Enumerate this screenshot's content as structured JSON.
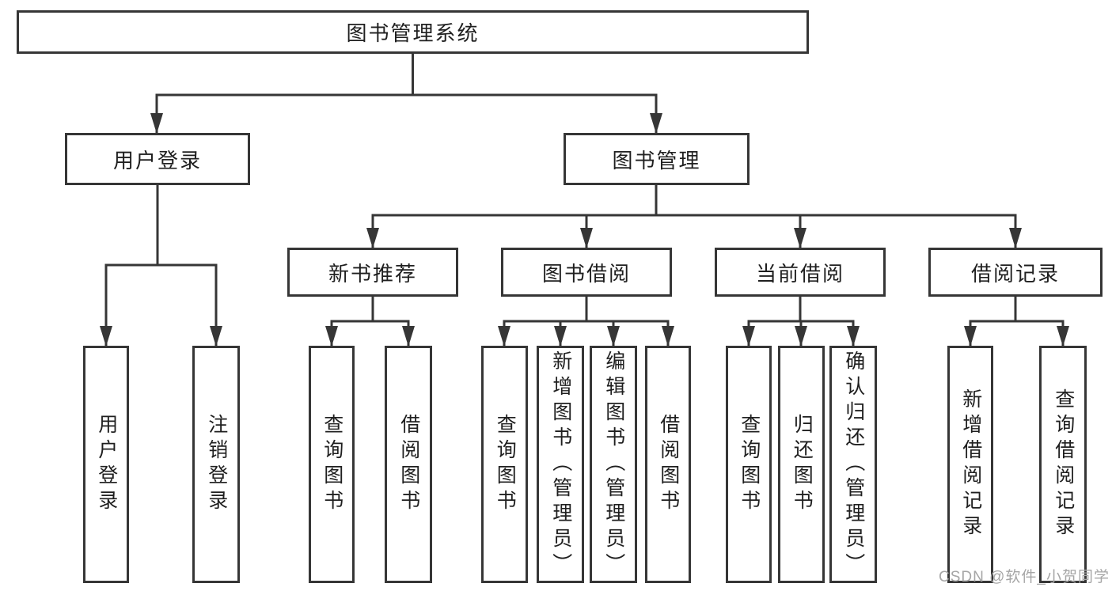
{
  "diagram_title": "图书管理系统",
  "tree": {
    "root": {
      "label": "图书管理系统"
    },
    "branches": [
      {
        "label": "用户登录",
        "leaves": [
          {
            "label": "用户登录"
          },
          {
            "label": "注销登录"
          }
        ]
      },
      {
        "label": "图书管理",
        "sections": [
          {
            "label": "新书推荐",
            "leaves": [
              {
                "label": "查询图书"
              },
              {
                "label": "借阅图书"
              }
            ]
          },
          {
            "label": "图书借阅",
            "leaves": [
              {
                "label": "查询图书"
              },
              {
                "label": "新增图书（管理员）"
              },
              {
                "label": "编辑图书（管理员）"
              },
              {
                "label": "借阅图书"
              }
            ]
          },
          {
            "label": "当前借阅",
            "leaves": [
              {
                "label": "查询图书"
              },
              {
                "label": "归还图书"
              },
              {
                "label": "确认归还（管理员）"
              }
            ]
          },
          {
            "label": "借阅记录",
            "leaves": [
              {
                "label": "新增借阅记录"
              },
              {
                "label": "查询借阅记录"
              }
            ]
          }
        ]
      }
    ]
  },
  "watermark": {
    "text": "CSDN @软件_小贺同学"
  },
  "colors": {
    "line": "#363636",
    "box_border": "#363636",
    "text": "#1f1f1f",
    "watermark": "#a6a6a6",
    "background": "#ffffff"
  }
}
